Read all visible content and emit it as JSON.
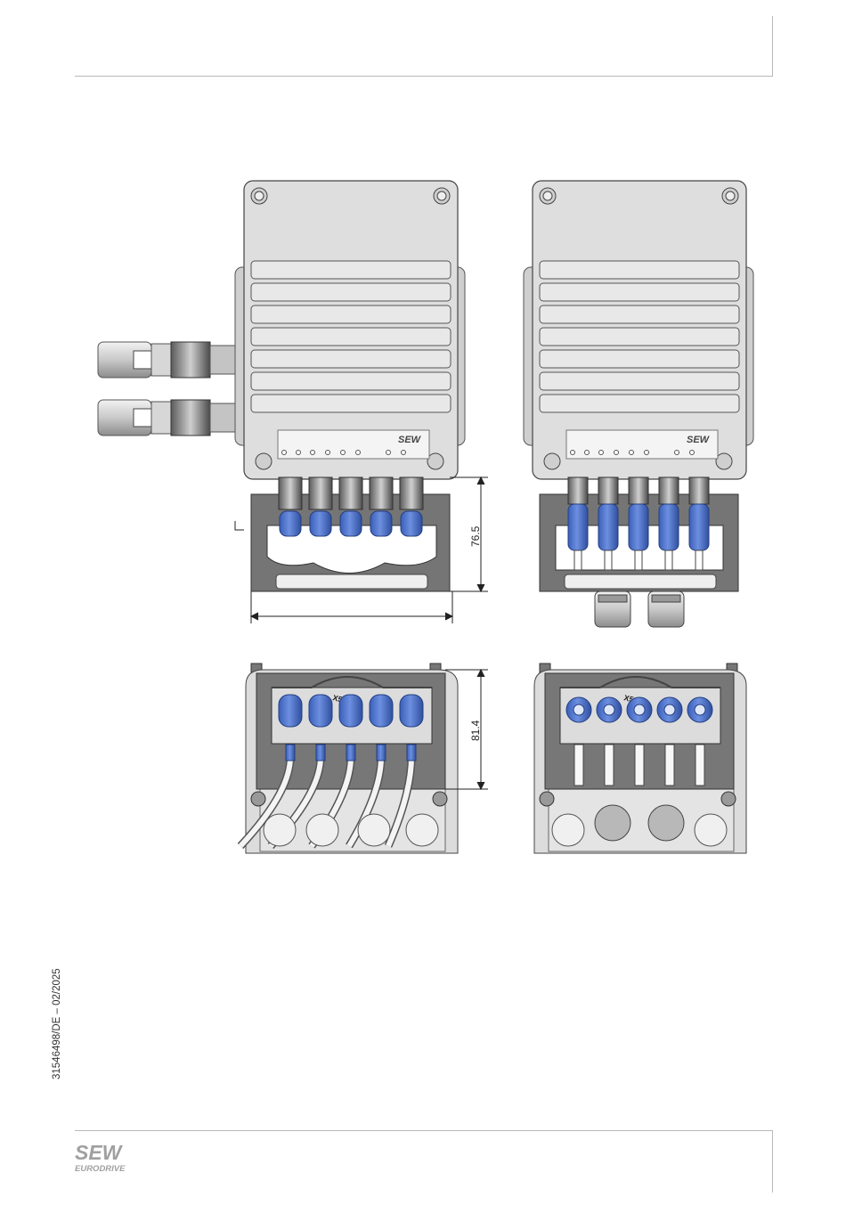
{
  "document": {
    "doc_id": "31546498/DE – 02/2025"
  },
  "brand": {
    "logo_line1": "SEW",
    "logo_line2": "EURODRIVE",
    "logo_color": "#9a9a9a"
  },
  "figure": {
    "dimension_height_top": "76.5",
    "dimension_height_bottom": "81.4",
    "device_badge": "SEW",
    "port_label": "X5133",
    "connector_color": "#4f73c9",
    "housing_color": "#dedede",
    "frame_color": "#757575"
  }
}
